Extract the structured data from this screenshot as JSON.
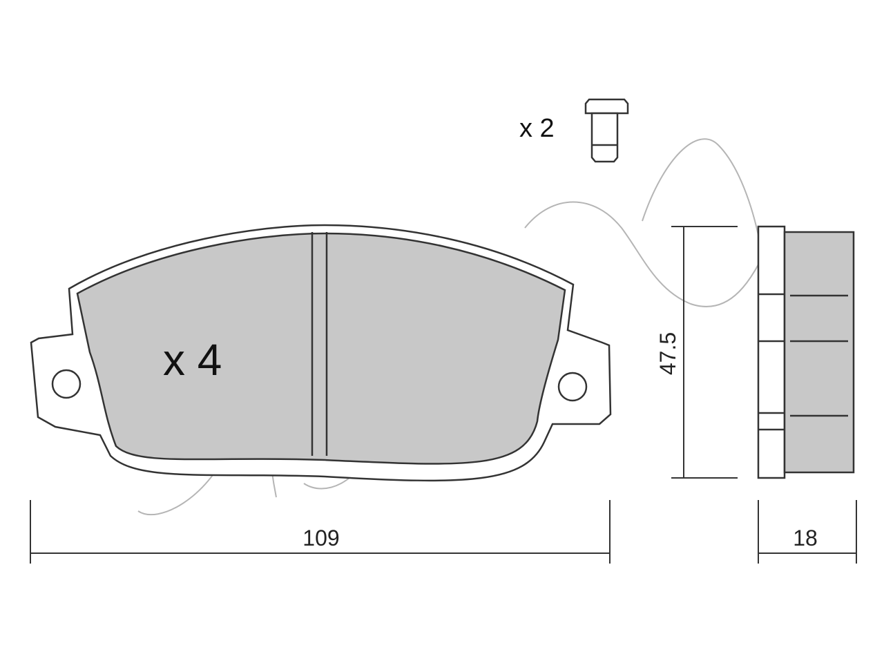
{
  "labels": {
    "pad_quantity": "x 4",
    "pin_quantity": "x 2",
    "width_dimension": "109",
    "height_dimension": "47.5",
    "thickness_dimension": "18"
  },
  "colors": {
    "friction_material": "#c8c8c8",
    "outline": "#333333",
    "watermark": "#b5b5b5",
    "background": "#ffffff"
  },
  "watermark": {
    "style": "faint cursive logo outline behind drawing"
  }
}
